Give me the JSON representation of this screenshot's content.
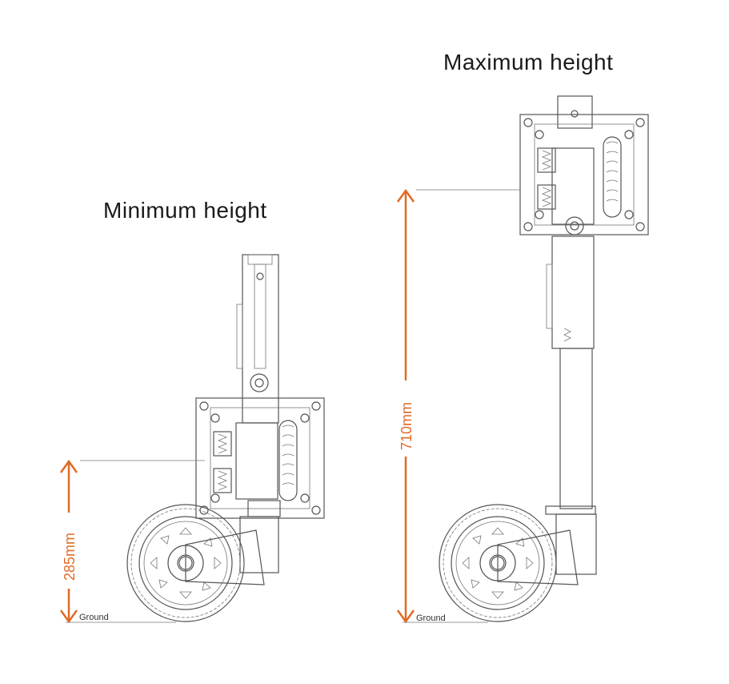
{
  "diagrams": [
    {
      "title": "Minimum height",
      "dimension": "285mm",
      "ground_label": "Ground"
    },
    {
      "title": "Maximum height",
      "dimension": "710mm",
      "ground_label": "Ground"
    }
  ],
  "colors": {
    "dimension": "#e06a25",
    "line": "#555555"
  }
}
